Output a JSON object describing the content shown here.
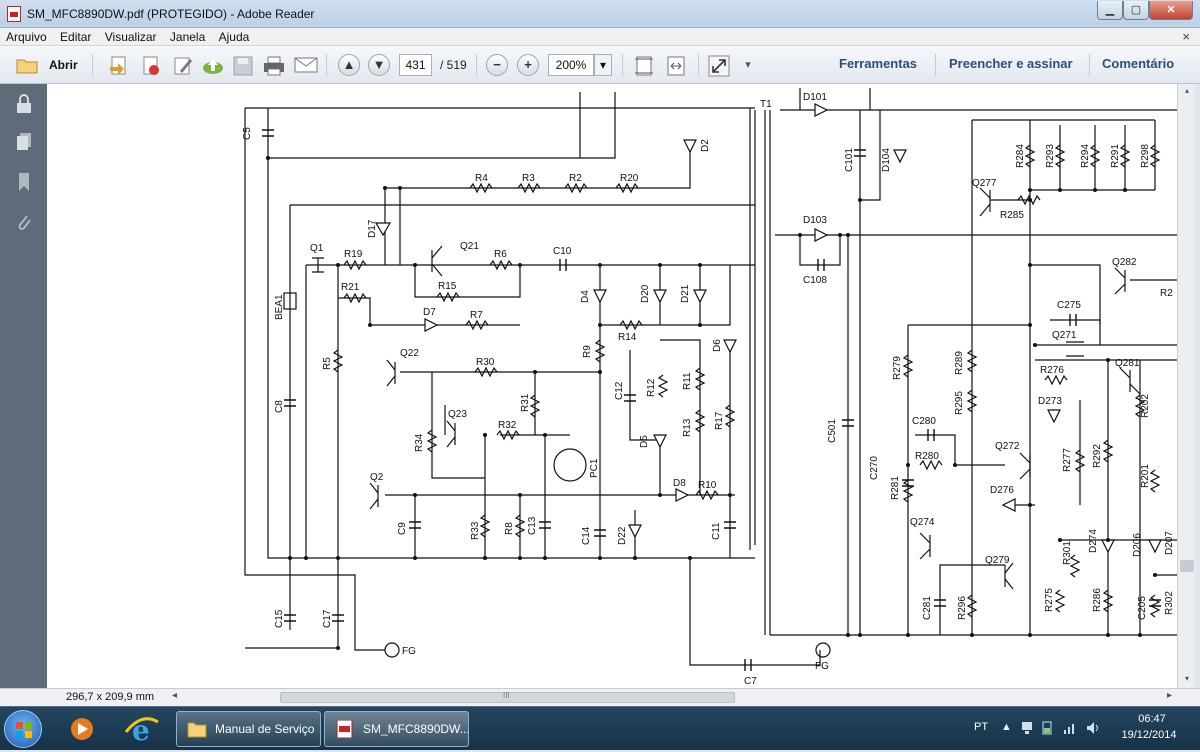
{
  "window": {
    "title": "SM_MFC8890DW.pdf (PROTEGIDO) - Adobe Reader",
    "min_glyph": "▁",
    "max_glyph": "▢",
    "close_glyph": "✕"
  },
  "menu": {
    "items": [
      "Arquivo",
      "Editar",
      "Visualizar",
      "Janela",
      "Ajuda"
    ],
    "close_glyph": "×"
  },
  "toolbar": {
    "open_label": "Abrir",
    "page_current": "431",
    "page_total": "/ 519",
    "zoom_value": "200%",
    "zoom_out_glyph": "−",
    "zoom_in_glyph": "+",
    "prev_glyph": "▲",
    "next_glyph": "▼",
    "dropdown_glyph": "▾",
    "ferramentas": "Ferramentas",
    "preencher": "Preencher e assinar",
    "comentario": "Comentário"
  },
  "leftnav": {
    "icons": [
      "lock-icon",
      "pages-icon",
      "bookmark-icon",
      "attachment-icon"
    ]
  },
  "status": {
    "dimensions": "296,7 x 209,9 mm",
    "hscroll_grip": "III",
    "hleft_glyph": "◂",
    "hright_glyph": "▸",
    "vup_glyph": "▴",
    "vdown_glyph": "▾"
  },
  "schematic": {
    "labels": [
      "C5",
      "T1",
      "D101",
      "R4",
      "R3",
      "R2",
      "R20",
      "D2",
      "C101",
      "D104",
      "R284",
      "R293",
      "R294",
      "R291",
      "R298",
      "Q277",
      "R285",
      "D17",
      "D103",
      "Q1",
      "R19",
      "Q21",
      "R6",
      "C10",
      "C108",
      "Q282",
      "R2",
      "BEA1",
      "R21",
      "D4",
      "D20",
      "D21",
      "C275",
      "Q271",
      "D7",
      "R7",
      "R14",
      "R15",
      "Q22",
      "R9",
      "D6",
      "R279",
      "R289",
      "R276",
      "Q281",
      "R5",
      "R30",
      "C12",
      "R12",
      "R11",
      "R295",
      "D273",
      "R202",
      "C8",
      "Q23",
      "R31",
      "C280",
      "C501",
      "Q272",
      "R292",
      "R34",
      "R32",
      "R13",
      "D5",
      "R17",
      "C270",
      "R280",
      "R277",
      "R201",
      "PC1",
      "Q2",
      "D8",
      "R10",
      "R281",
      "D276",
      "C9",
      "R33",
      "R8",
      "C13",
      "C14",
      "D22",
      "C11",
      "Q274",
      "R301",
      "D274",
      "D206",
      "D207",
      "Q279",
      "C281",
      "R296",
      "R275",
      "R286",
      "C205",
      "R302",
      "C15",
      "C17",
      "FG",
      "FG",
      "C7"
    ],
    "fg_labels": [
      "FG",
      "FG"
    ]
  },
  "taskbar": {
    "tasks": [
      {
        "label": "Manual de Serviço"
      },
      {
        "label": "SM_MFC8890DW...."
      }
    ],
    "lang": "PT",
    "time": "06:47",
    "date": "19/12/2014"
  },
  "colors": {
    "accent": "#2b4f7a",
    "nav_bg": "#5f6b78",
    "taskbar_bg": "#1d3b52"
  }
}
